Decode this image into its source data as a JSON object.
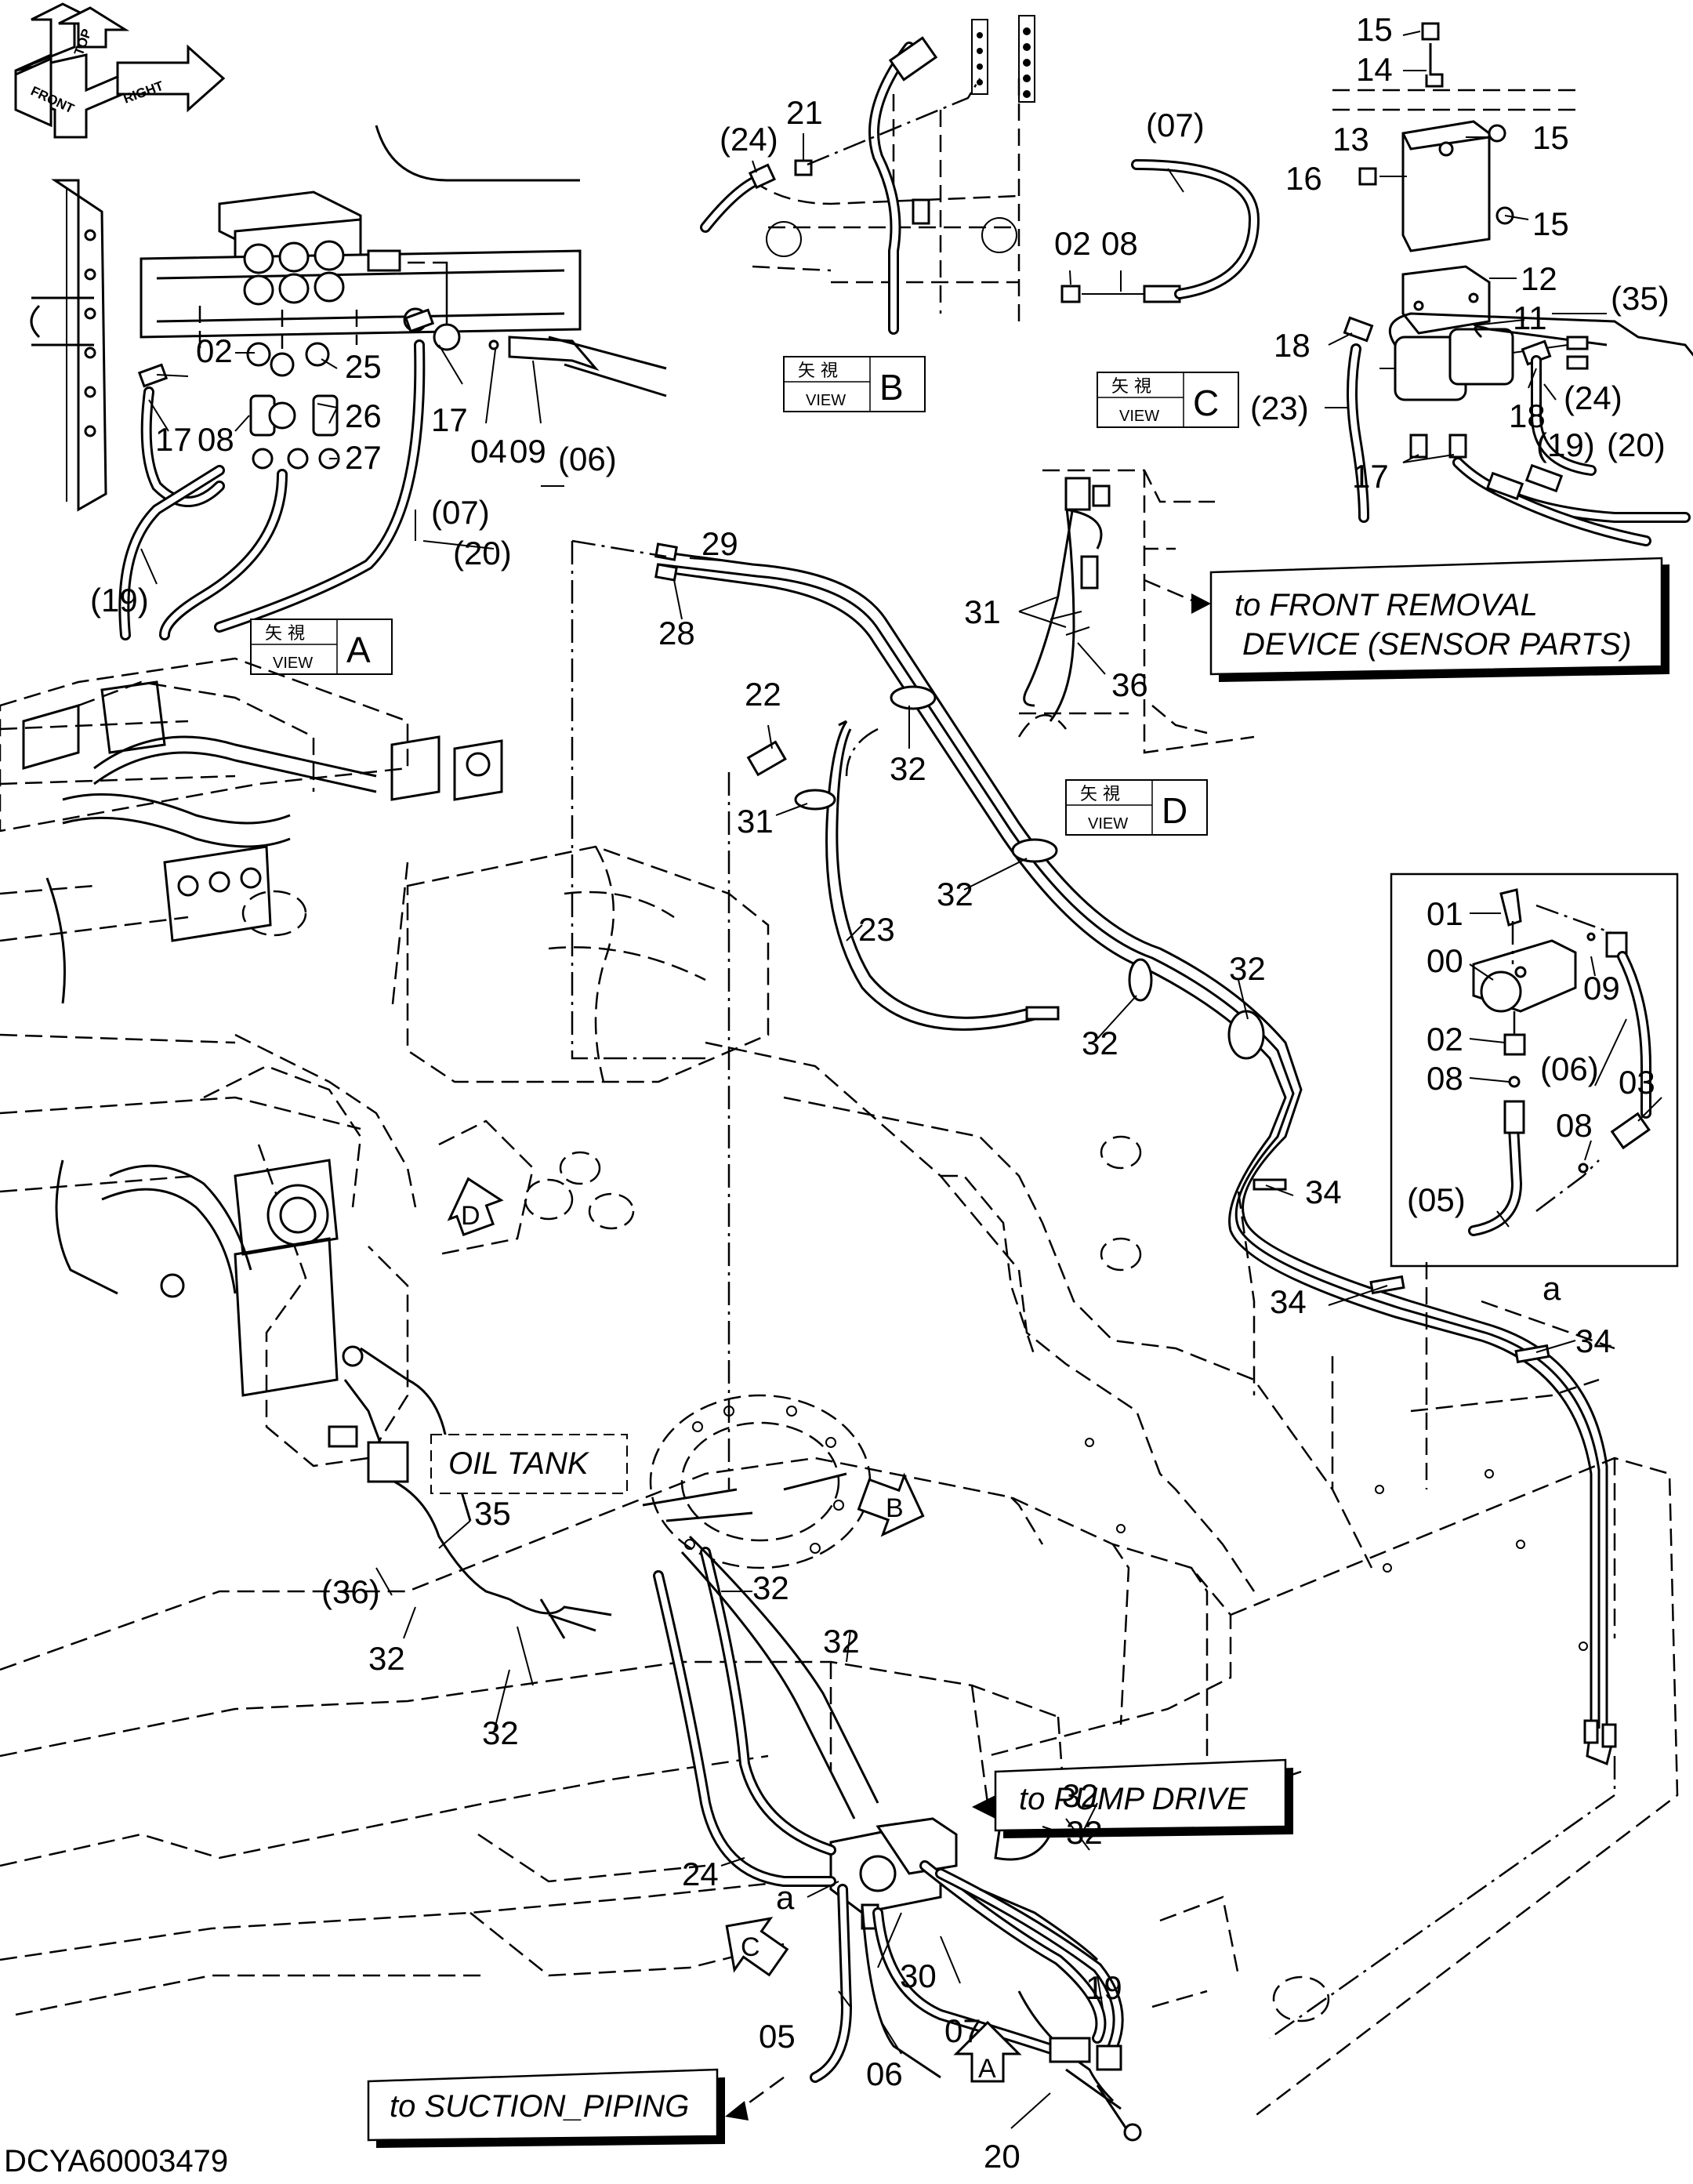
{
  "drawing_code": "DCYA60003479",
  "orientation_icon": {
    "top": "TOP",
    "front": "FRONT",
    "right": "RIGHT"
  },
  "views": [
    {
      "jp": "矢 視",
      "en": "VIEW",
      "letter": "A"
    },
    {
      "jp": "矢 視",
      "en": "VIEW",
      "letter": "B"
    },
    {
      "jp": "矢 視",
      "en": "VIEW",
      "letter": "C"
    },
    {
      "jp": "矢 視",
      "en": "VIEW",
      "letter": "D"
    }
  ],
  "callouts": {
    "front_removal_line1": "to FRONT REMOVAL",
    "front_removal_line2": "DEVICE (SENSOR PARTS)",
    "pump_drive": "to PUMP DRIVE",
    "suction_piping": "to SUCTION_PIPING",
    "oil_tank": "OIL TANK"
  },
  "arrow_markers": [
    "D",
    "B",
    "C",
    "A"
  ],
  "detail_label": "a",
  "part_labels": {
    "view_a": [
      "02",
      "25",
      "26",
      "27",
      "17",
      "17",
      "08",
      "04",
      "09",
      "(06)",
      "(07)",
      "(20)",
      "(19)"
    ],
    "view_b": [
      "(24)",
      "21",
      "(07)",
      "02",
      "08"
    ],
    "view_c": [
      "15",
      "14",
      "13",
      "15",
      "16",
      "15",
      "12",
      "11",
      "(35)",
      "18",
      "18",
      "(23)",
      "(24)",
      "17",
      "(19)",
      "(20)"
    ],
    "view_d": [
      "31",
      "36"
    ],
    "detail_a": [
      "01",
      "00",
      "09",
      "02",
      "08",
      "(06)",
      "03",
      "08",
      "(05)"
    ],
    "main": [
      "29",
      "28",
      "22",
      "31",
      "32",
      "32",
      "32",
      "32",
      "32",
      "23",
      "34",
      "34",
      "34",
      "35",
      "(36)",
      "32",
      "32",
      "32",
      "32",
      "32",
      "24",
      "a",
      "30",
      "19",
      "07",
      "05",
      "06",
      "20"
    ]
  }
}
